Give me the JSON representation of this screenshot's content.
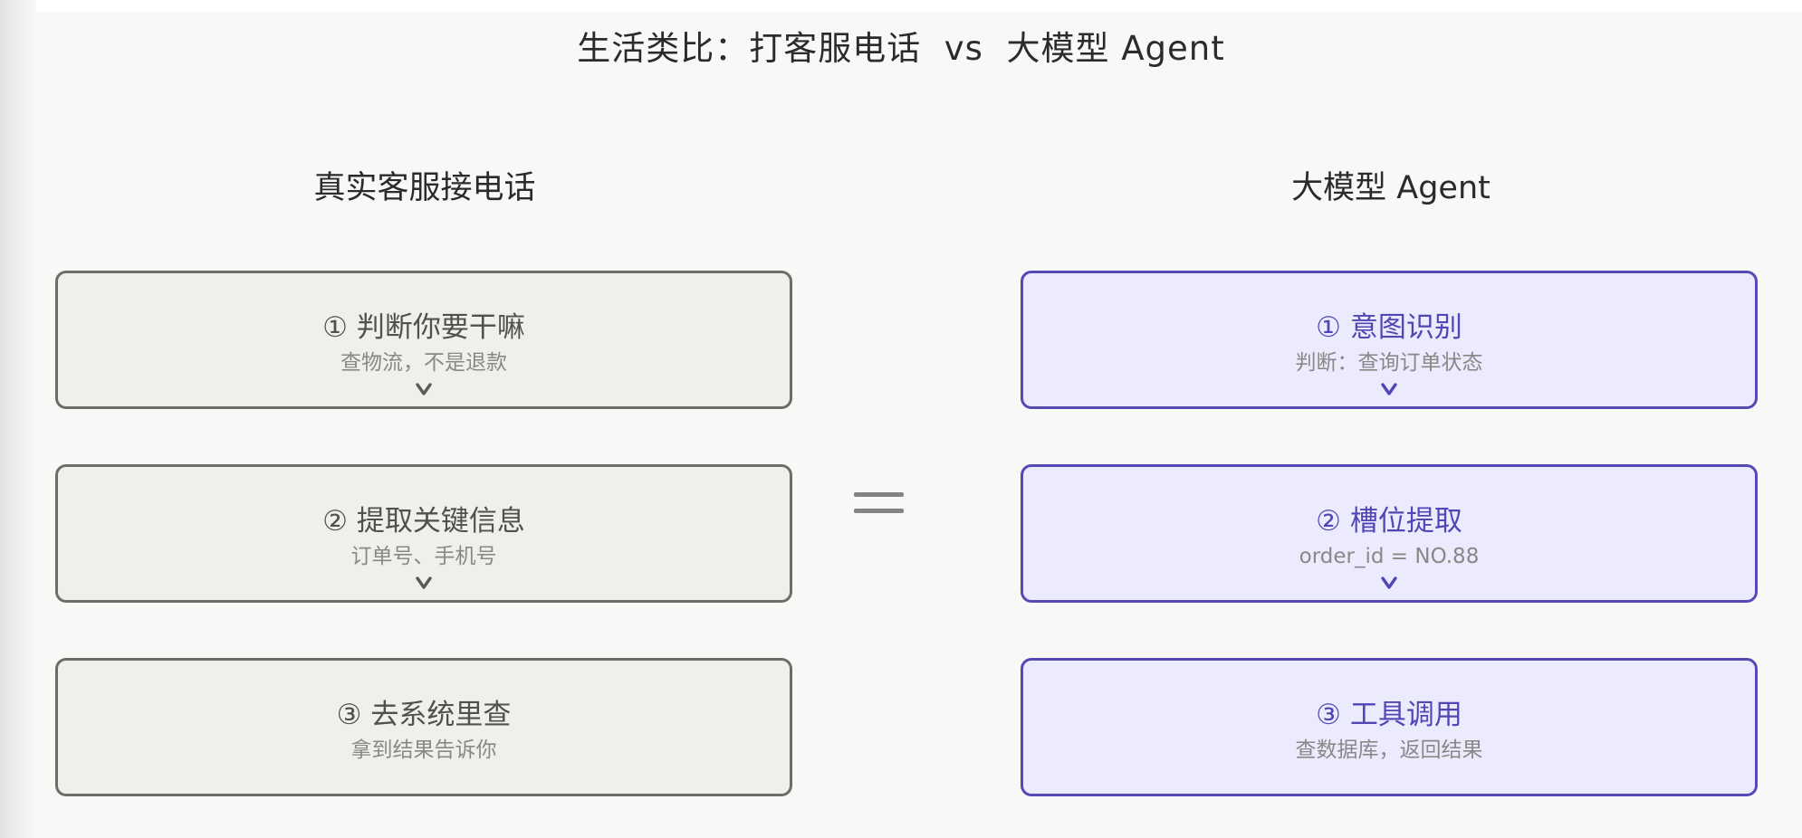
{
  "title": {
    "part1": "生活类比：打客服电话",
    "vs": "vs",
    "part2": "大模型 Agent"
  },
  "left_column": {
    "heading": "真实客服接电话",
    "steps": [
      {
        "label": "① 判断你要干嘛",
        "detail": "查物流，不是退款"
      },
      {
        "label": "② 提取关键信息",
        "detail": "订单号、手机号"
      },
      {
        "label": "③ 去系统里查",
        "detail": "拿到结果告诉你"
      }
    ]
  },
  "right_column": {
    "heading": "大模型 Agent",
    "steps": [
      {
        "label": "① 意图识别",
        "detail": "判断：查询订单状态"
      },
      {
        "label": "② 槽位提取",
        "detail": "order_id = NO.88"
      },
      {
        "label": "③ 工具调用",
        "detail": "查数据库，返回结果"
      }
    ]
  },
  "connector": {
    "equals_icon": "equals-icon",
    "arrow_icon": "chevron-down-icon"
  },
  "colors": {
    "background": "#f8f8f6",
    "left_fill": "#f1efe9",
    "left_border": "#6d6d68",
    "right_fill": "#ecebfd",
    "right_border": "#5449b5",
    "right_text": "#5346b4",
    "detail_text": "#888888"
  }
}
